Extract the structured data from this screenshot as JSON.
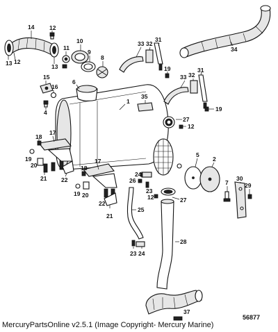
{
  "diagram": {
    "figure_number": "56877",
    "callouts": {
      "c1": "1",
      "c2": "2",
      "c4": "4",
      "c5": "5",
      "c6": "6",
      "c7": "7",
      "c8": "8",
      "c9": "9",
      "c10": "10",
      "c11": "11",
      "c12a": "12",
      "c12b": "12",
      "c12c": "12",
      "c13a": "13",
      "c13b": "13",
      "c14": "14",
      "c15": "15",
      "c16": "16",
      "c17a": "17",
      "c17b": "17",
      "c18a": "18",
      "c18b": "18",
      "c19a": "19",
      "c19b": "19",
      "c19c": "19",
      "c19d": "19",
      "c20a": "20",
      "c20b": "20",
      "c21a": "21",
      "c21b": "21",
      "c22a": "22",
      "c22b": "22",
      "c23a": "23",
      "c23b": "23",
      "c24a": "24",
      "c24b": "24",
      "c25": "25",
      "c26": "26",
      "c27a": "27",
      "c27b": "27",
      "c28": "28",
      "c29": "29",
      "c30": "30",
      "c31a": "31",
      "c31b": "31",
      "c32a": "32",
      "c32b": "32",
      "c33a": "33",
      "c33b": "33",
      "c34": "34",
      "c35": "35",
      "c37": "37"
    }
  },
  "footer": {
    "caption": "MercuryPartsOnline v2.5.1 (Image Copyright- Mercury Marine)"
  }
}
